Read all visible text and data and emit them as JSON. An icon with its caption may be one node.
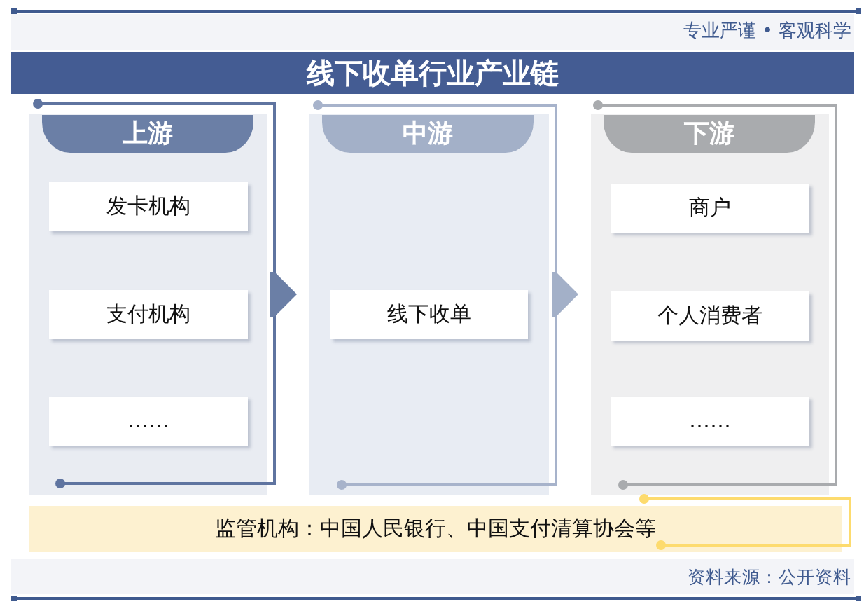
{
  "diagram": {
    "title": "线下收单行业产业链",
    "nodes": [
      {
        "text": [
          "上游"
        ]
      },
      {
        "text": [
          "发卡机构"
        ],
        "in": 0
      },
      {
        "text": [
          "支付机构"
        ],
        "in": 0
      },
      {
        "text": [
          "……"
        ],
        "in": 0
      },
      {
        "text": [
          "中游"
        ]
      },
      {
        "text": [
          "线下收单"
        ],
        "in": 4
      },
      {
        "text": [
          "下游"
        ]
      },
      {
        "text": [
          "商户"
        ],
        "in": 6
      },
      {
        "text": [
          "个人消费者"
        ],
        "in": 6
      },
      {
        "text": [
          "……"
        ],
        "in": 6
      },
      {
        "text": [
          "监管机构：中国人民银行、中国支付清算协会等"
        ]
      }
    ],
    "edges": [
      {
        "from": 0,
        "to": 4,
        "arrow": "to"
      },
      {
        "from": 4,
        "to": 6,
        "arrow": "to",
        "color": "#a3b0c8"
      }
    ],
    "labels": [
      "专业严谨 • 客观科学",
      "资料来源：公开资料"
    ]
  }
}
